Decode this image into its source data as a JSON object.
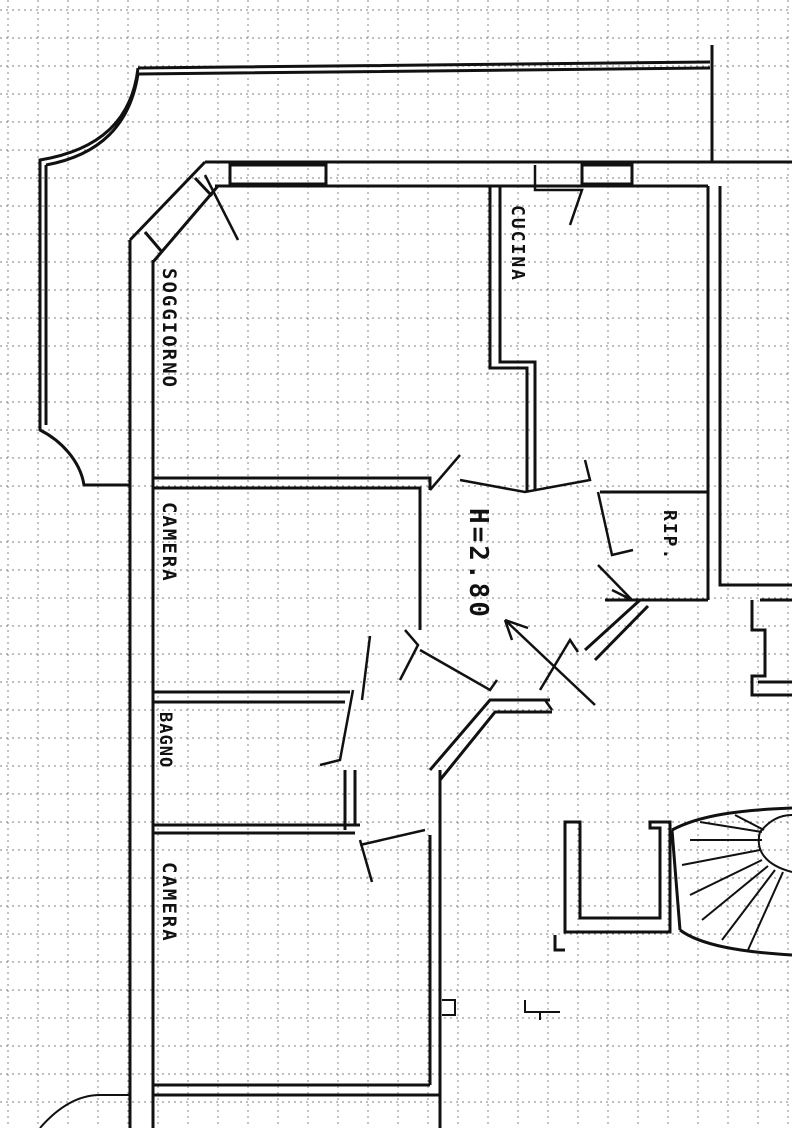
{
  "rooms": {
    "soggiorno": "SOGGIORNO",
    "cucina": "CUCINA",
    "camera_1": "CAMERA",
    "rip": "RIP.",
    "bagno": "BAGNO",
    "camera_2": "CAMERA"
  },
  "height_note": "H=2.80",
  "colors": {
    "line": "#111111",
    "grid": "#555555",
    "background": "#ffffff"
  }
}
